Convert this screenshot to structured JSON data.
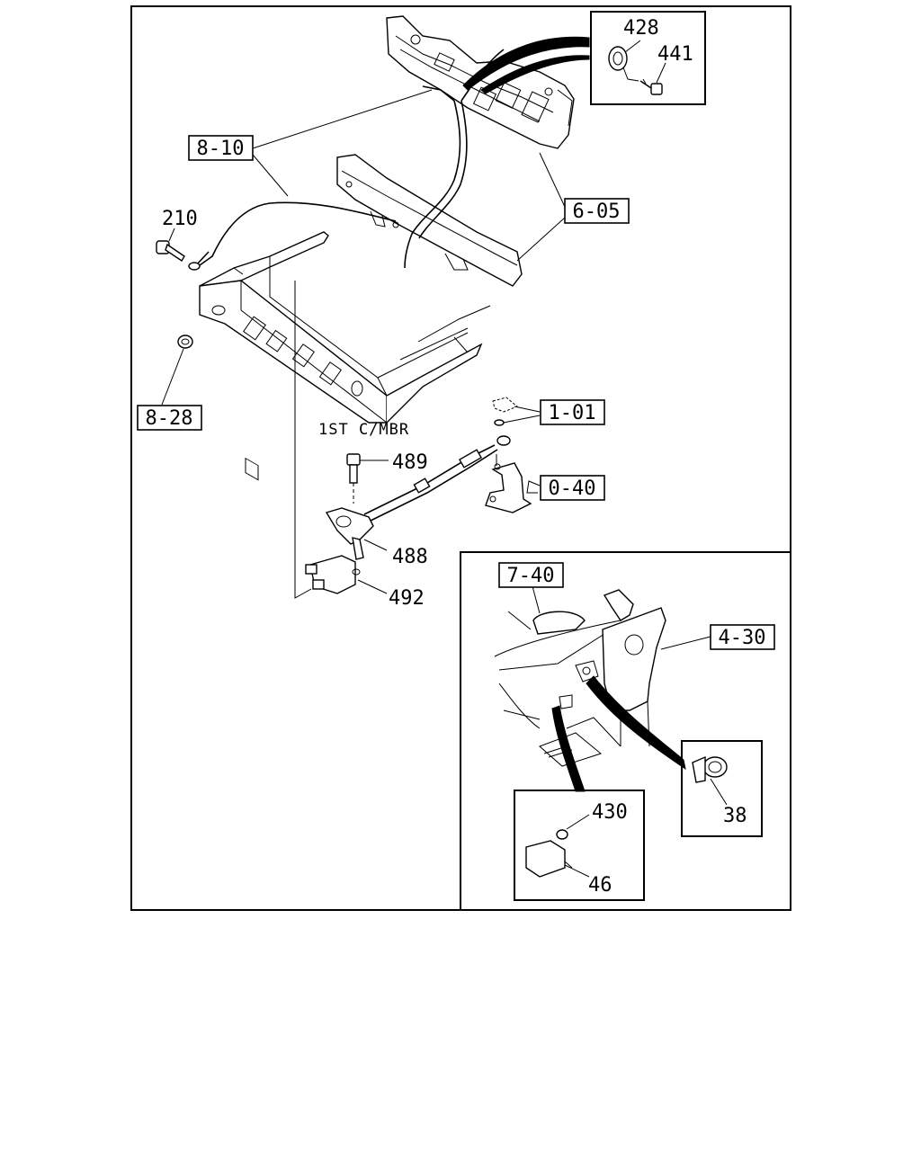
{
  "diagram": {
    "section_refs": {
      "r_8_10": "8-10",
      "r_6_05": "6-05",
      "r_8_28": "8-28",
      "r_1_01": "1-01",
      "r_0_40": "0-40",
      "r_7_40": "7-40",
      "r_4_30": "4-30"
    },
    "part_numbers": {
      "p428": "428",
      "p441": "441",
      "p210": "210",
      "p489": "489",
      "p488": "488",
      "p492": "492",
      "p430": "430",
      "p46": "46",
      "p38": "38"
    },
    "annotation": "1ST C/MBR"
  }
}
